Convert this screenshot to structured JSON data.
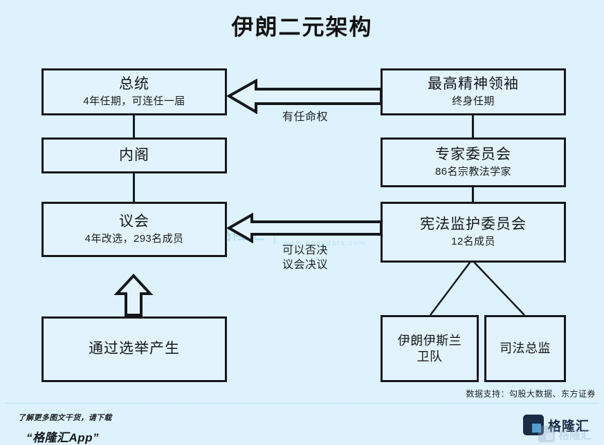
{
  "title": "伊朗二元架构",
  "nodes": {
    "president": {
      "title": "总统",
      "subtitle": "4年任期，可连任一届"
    },
    "cabinet": {
      "title": "内阁",
      "subtitle": ""
    },
    "parliament": {
      "title": "议会",
      "subtitle": "4年改选，293名成员"
    },
    "election": {
      "title": "通过选举产生",
      "subtitle": ""
    },
    "supreme_leader": {
      "title": "最高精神领袖",
      "subtitle": "终身任期"
    },
    "experts": {
      "title": "专家委员会",
      "subtitle": "86名宗教法学家"
    },
    "guardian": {
      "title": "宪法监护委员会",
      "subtitle": "12名成员"
    },
    "irgc": {
      "title": "伊朗伊斯兰\n卫队",
      "subtitle": ""
    },
    "judiciary": {
      "title": "司法总监",
      "subtitle": ""
    }
  },
  "arrows": {
    "appoint_label": "有任命权",
    "veto_label_line1": "可以否决",
    "veto_label_line2": "议会决议"
  },
  "watermark": {
    "brand": "格隆汇",
    "big": "勾股大数据",
    "url": "www.gogudata.com"
  },
  "source_note": "数据支持：勾股大数据、东方证券",
  "footer": {
    "line1": "了解更多图文干货，请下载",
    "line2": "“格隆汇App”",
    "logo_name": "格隆汇",
    "logo_name_ghost": "格隆汇"
  },
  "colors": {
    "background": "#ddf2fd",
    "box_fill": "#e2f3fd",
    "box_stroke": "#15171c",
    "text": "#14161a",
    "watermark": "#2f9fd4",
    "logo_dark": "#1b2c45"
  }
}
